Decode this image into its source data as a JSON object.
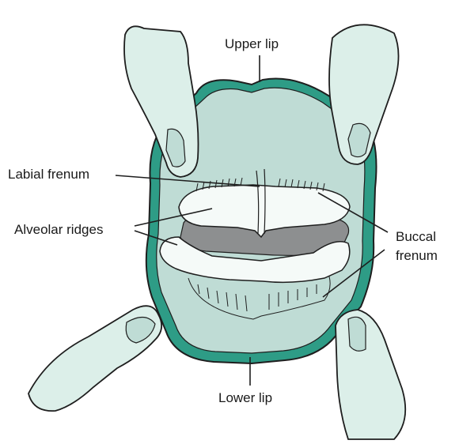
{
  "labels": {
    "upper_lip": "Upper lip",
    "labial_frenum": "Labial frenum",
    "alveolar_ridges": "Alveolar ridges",
    "buccal_frenum_line1": "Buccal",
    "buccal_frenum_line2": "frenum",
    "lower_lip": "Lower lip"
  },
  "colors": {
    "skin": "#dcefe9",
    "mucosa": "#bfdcd5",
    "lip": "#2e9c86",
    "ridge": "#f5faf8",
    "cavity": "#8d8f90",
    "outline": "#1e1e1e"
  }
}
